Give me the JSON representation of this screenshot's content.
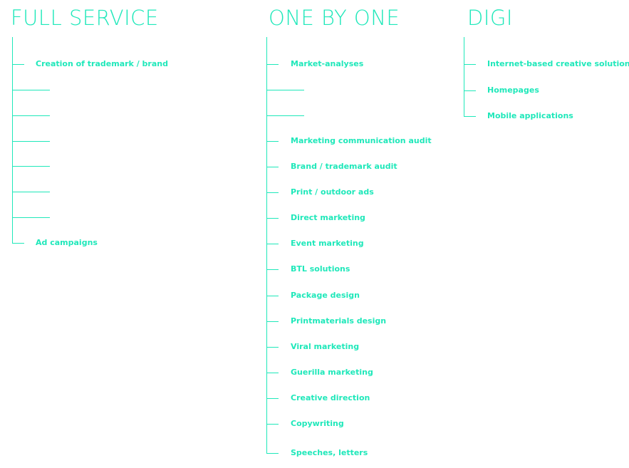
{
  "accent_color": "#1fe8ba",
  "columns": [
    {
      "title": "FULL SERVICE",
      "items": [
        "Creation of trademark / brand",
        "",
        "",
        "",
        "",
        "",
        "",
        "Ad campaigns"
      ]
    },
    {
      "title": "ONE BY ONE",
      "items": [
        "Market-analyses",
        "",
        "",
        "Marketing communication audit",
        "Brand / trademark audit",
        "Print / outdoor ads",
        "Direct marketing",
        "Event marketing",
        "BTL solutions",
        "Package design",
        "Printmaterials design",
        "Viral marketing",
        "Guerilla marketing",
        "Creative direction",
        "Copywriting",
        "Speeches, letters"
      ]
    },
    {
      "title": "DIGI",
      "items": [
        "Internet-based creative solutions",
        "Homepages",
        "Mobile applications"
      ]
    }
  ]
}
